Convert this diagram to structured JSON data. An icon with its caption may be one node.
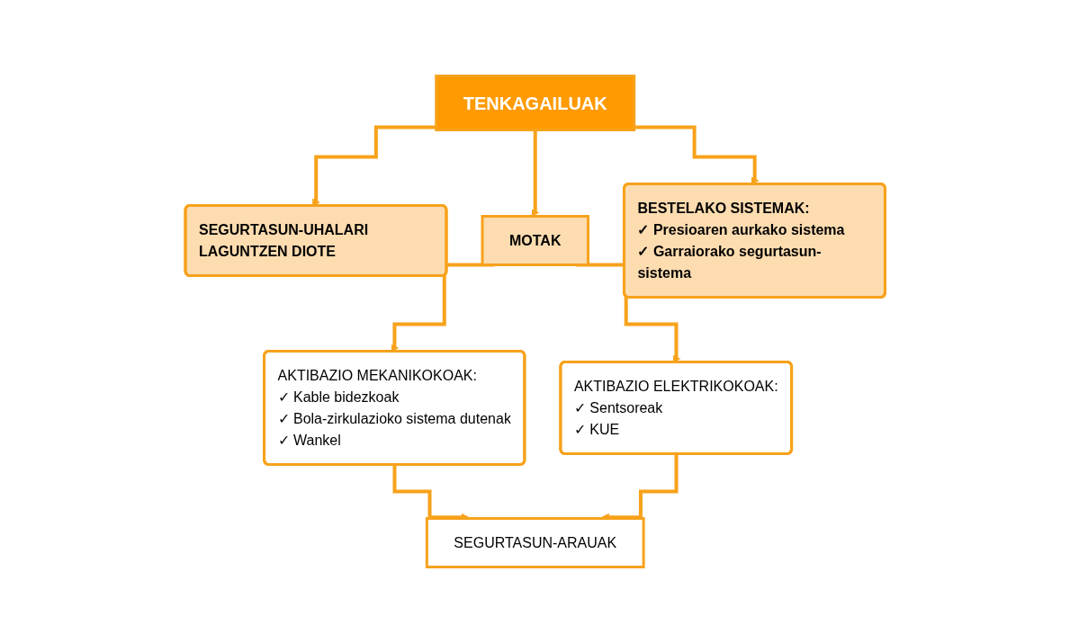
{
  "diagram": {
    "nodes": [
      {
        "text": [
          "TENKAGAILUAK"
        ]
      },
      {
        "text": [
          "SEGURTASUN-UHALARI LAGUNTZEN DIOTE"
        ]
      },
      {
        "text": [
          "MOTAK"
        ]
      },
      {
        "text": [
          "BESTELAKO SISTEMAK:",
          "✓ Presioaren aurkako sistema",
          "✓ Garraiorako segurtasun-sistema"
        ]
      },
      {
        "text": [
          "AKTIBAZIO MEKANIKOKOAK:",
          "✓ Kable bidezkoak",
          "✓ Bola-zirkulazioko sistema dutenak",
          "✓ Wankel"
        ]
      },
      {
        "text": [
          "AKTIBAZIO ELEKTRIKOKOAK:",
          "✓ Sentsoreak",
          "✓ KUE"
        ]
      },
      {
        "text": [
          "SEGURTASUN-ARAUAK"
        ]
      }
    ],
    "edges": [
      {
        "from": 0,
        "to": 1,
        "arrow": "to"
      },
      {
        "from": 0,
        "to": 2,
        "arrow": "to"
      },
      {
        "from": 0,
        "to": 3,
        "arrow": "to"
      },
      {
        "from": 2,
        "to": 4,
        "arrow": "to"
      },
      {
        "from": 2,
        "to": 5,
        "arrow": "to"
      },
      {
        "from": 4,
        "to": 6,
        "arrow": "to"
      },
      {
        "from": 5,
        "to": 6,
        "arrow": "to"
      }
    ]
  }
}
